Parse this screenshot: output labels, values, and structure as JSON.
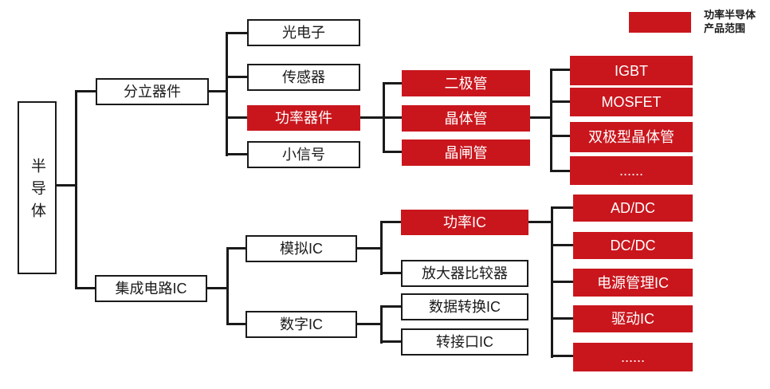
{
  "legend": {
    "text_line1": "功率半导体",
    "text_line2": "产品范围"
  },
  "colors": {
    "highlight_red": "#c9161d",
    "line_black": "#1a1a1a",
    "box_background": "#ffffff"
  },
  "nodes": {
    "root": "半导体",
    "discrete": "分立器件",
    "ic": "集成电路IC",
    "optoelectronics": "光电子",
    "sensor": "传感器",
    "power_device": "功率器件",
    "small_signal": "小信号",
    "diode": "二极管",
    "transistor": "晶体管",
    "thyristor": "晶闸管",
    "igbt": "IGBT",
    "mosfet": "MOSFET",
    "bipolar_transistor": "双极型晶体管",
    "transistor_more": "......",
    "analog_ic": "模拟IC",
    "digital_ic": "数字IC",
    "power_ic": "功率IC",
    "amplifier_comparator": "放大器比较器",
    "data_conversion_ic": "数据转换IC",
    "interface_ic": "转接口IC",
    "ad_dc": "AD/DC",
    "dc_dc": "DC/DC",
    "power_management_ic": "电源管理IC",
    "driver_ic": "驱动IC",
    "power_ic_more": "......"
  }
}
